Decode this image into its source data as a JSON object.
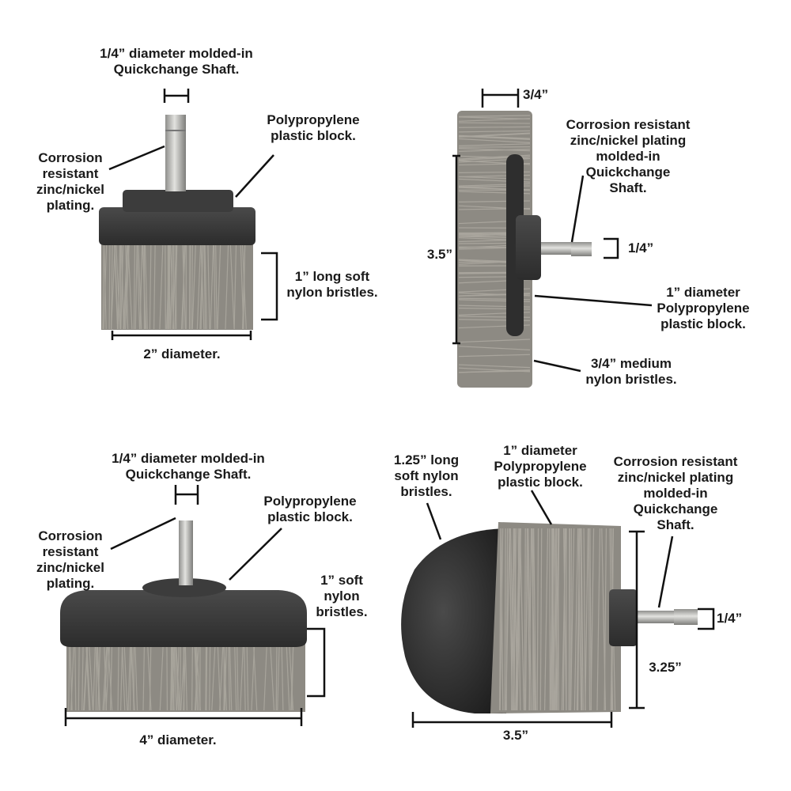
{
  "colors": {
    "bristle": "#8d8a83",
    "bristle_light": "#b3afa6",
    "block": "#3a3a3a",
    "block_dark": "#262626",
    "metal": "#c9c9c6",
    "line": "#111111",
    "text": "#1a1a1a"
  },
  "panels": {
    "tl": {
      "shaft_label": [
        "1/4” diameter molded-in",
        "Quickchange Shaft."
      ],
      "block_label": [
        "Polypropylene",
        "plastic block."
      ],
      "plating_label": [
        "Corrosion",
        "resistant",
        "zinc/nickel",
        "plating."
      ],
      "bristle_label": [
        "1” long soft",
        "nylon bristles."
      ],
      "diameter_label": "2” diameter."
    },
    "tr": {
      "width_label": "3/4”",
      "shaft_label": [
        "Corrosion resistant",
        "zinc/nickel plating",
        "molded-in",
        "Quickchange",
        "Shaft."
      ],
      "height_label": "3.5”",
      "shaft_size_label": "1/4”",
      "block_label": [
        "1” diameter",
        "Polypropylene",
        "plastic block."
      ],
      "bristle_label": [
        "3/4” medium",
        "nylon bristles."
      ]
    },
    "bl": {
      "shaft_label": [
        "1/4” diameter molded-in",
        "Quickchange Shaft."
      ],
      "block_label": [
        "Polypropylene",
        "plastic block."
      ],
      "plating_label": [
        "Corrosion",
        "resistant",
        "zinc/nickel",
        "plating."
      ],
      "bristle_label": [
        "1” soft",
        "nylon",
        "bristles."
      ],
      "diameter_label": "4” diameter."
    },
    "br": {
      "bristle_label": [
        "1.25” long",
        "soft nylon",
        "bristles."
      ],
      "block_label": [
        "1” diameter",
        "Polypropylene",
        "plastic block."
      ],
      "shaft_label": [
        "Corrosion resistant",
        "zinc/nickel plating",
        "molded-in",
        "Quickchange",
        "Shaft."
      ],
      "shaft_size_label": "1/4”",
      "height_label": "3.25”",
      "width_label": "3.5”"
    }
  }
}
